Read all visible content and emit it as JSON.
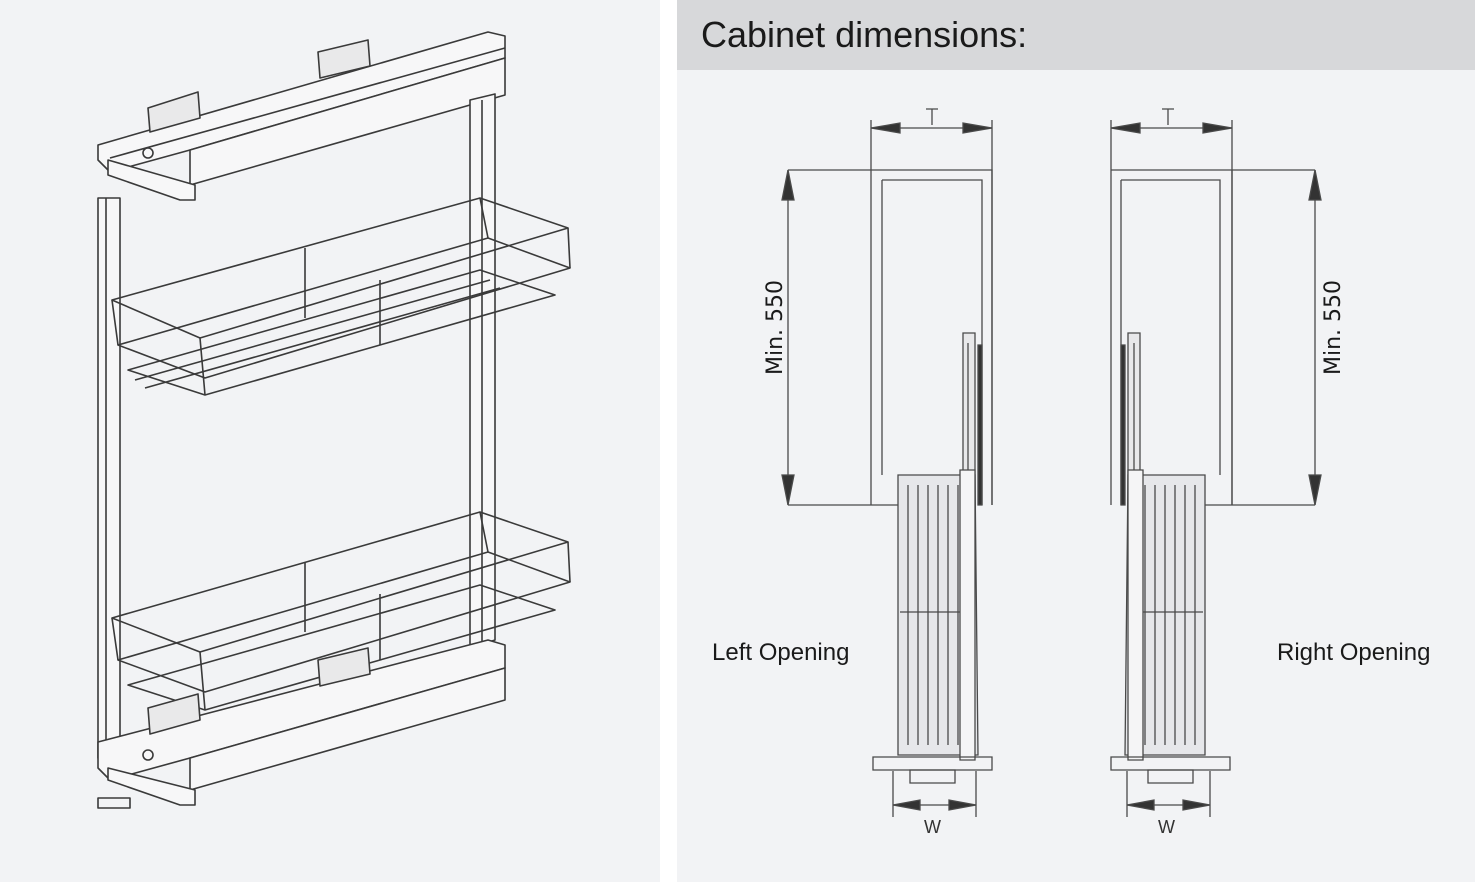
{
  "header": {
    "title": "Cabinet dimensions:"
  },
  "labels": {
    "left_opening": "Left Opening",
    "right_opening": "Right Opening"
  },
  "dimensions": {
    "left_height": "Min. 550",
    "right_height": "Min. 550",
    "left_width": "W",
    "right_width": "W"
  },
  "colors": {
    "panel_bg": "#f2f3f5",
    "header_bg": "#d7d8da",
    "line": "#3a3a3a"
  }
}
